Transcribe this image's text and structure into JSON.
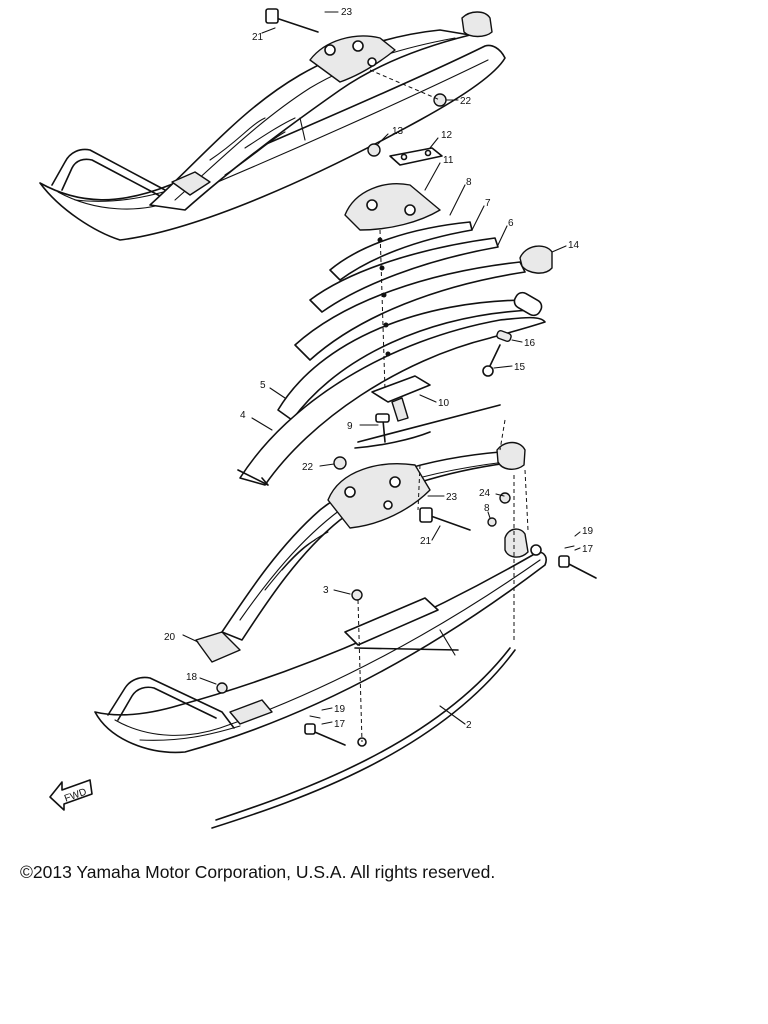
{
  "diagram": {
    "callouts": [
      "23",
      "21",
      "22",
      "13",
      "12",
      "11",
      "8",
      "7",
      "6",
      "14",
      "16",
      "15",
      "5",
      "10",
      "4",
      "9",
      "22",
      "23",
      "24",
      "8",
      "21",
      "19",
      "17",
      "3",
      "20",
      "18",
      "19",
      "17",
      "2"
    ],
    "direction_marker": "FWD"
  },
  "footer": {
    "copyright": "©2013 Yamaha Motor Corporation, U.S.A. All rights reserved."
  }
}
